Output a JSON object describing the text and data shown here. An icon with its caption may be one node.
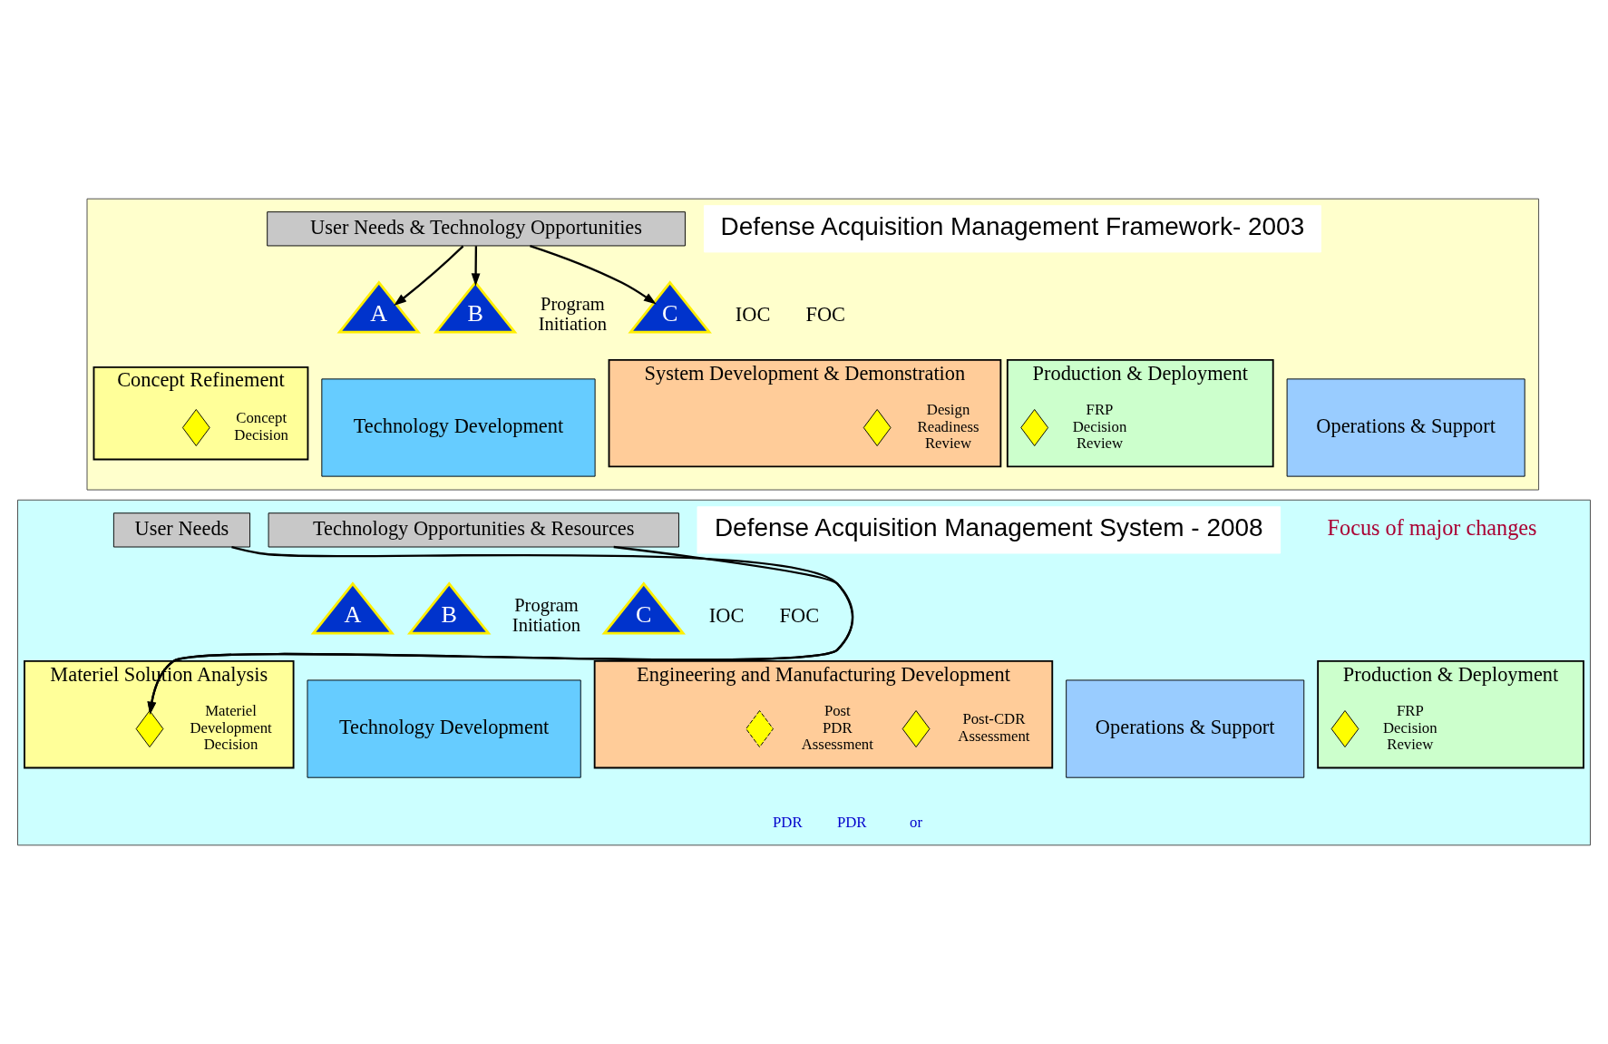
{
  "diagram": {
    "nodes": [
      {
        "text": [],
        "shape": "box"
      },
      {
        "text": [
          "User Needs & Technology Opportunities"
        ],
        "in": 0
      },
      {
        "text": [
          "Defense Acquisition Management Framework- 2003"
        ],
        "in": 0
      },
      {
        "text": [
          "A"
        ],
        "in": 0
      },
      {
        "text": [
          "B"
        ],
        "in": 0,
        "beside": [
          "Program Initiation"
        ]
      },
      {
        "text": [
          "C"
        ],
        "in": 0
      },
      {
        "text": [
          "Concept Refinement"
        ],
        "in": 0
      },
      {
        "text": [],
        "shape": "diamond",
        "in": 6,
        "beside": [
          "Concept Decision"
        ]
      },
      {
        "text": [
          "Technology Development"
        ],
        "in": 0
      },
      {
        "text": [
          "System Development & Demonstration"
        ],
        "in": 0
      },
      {
        "text": [],
        "shape": "diamond",
        "in": 9,
        "beside": [
          "Design Readiness Review"
        ]
      },
      {
        "text": [
          "Production & Deployment"
        ],
        "in": 0
      },
      {
        "text": [],
        "shape": "diamond",
        "in": 11,
        "beside": [
          "FRP Decision Review"
        ]
      },
      {
        "text": [
          "Operations & Support"
        ],
        "in": 0
      },
      {
        "text": [],
        "shape": "box"
      },
      {
        "text": [
          "User Needs"
        ],
        "in": 14
      },
      {
        "text": [
          "Technology Opportunities & Resources"
        ],
        "in": 14
      },
      {
        "text": [
          "Defense Acquisition Management System - 2008"
        ],
        "in": 14
      },
      {
        "text": [
          "A"
        ],
        "in": 14
      },
      {
        "text": [
          "B"
        ],
        "in": 14,
        "beside": [
          "Program Initiation"
        ]
      },
      {
        "text": [
          "C"
        ],
        "in": 14
      },
      {
        "text": [
          "Materiel Solution Analysis"
        ],
        "in": 14
      },
      {
        "text": [],
        "shape": "diamond",
        "in": 21,
        "beside": [
          "Materiel Development Decision"
        ]
      },
      {
        "text": [
          "Technology Development"
        ],
        "in": 14
      },
      {
        "text": [
          "Engineering and Manufacturing Development"
        ],
        "in": 14
      },
      {
        "text": [],
        "shape": "diamond",
        "in": 24,
        "beside": [
          "Post PDR Assessment"
        ]
      },
      {
        "text": [],
        "shape": "diamond",
        "in": 24,
        "beside": [
          "Post-CDR Assessment"
        ]
      },
      {
        "text": [
          "Production & Deployment"
        ],
        "in": 14
      },
      {
        "text": [],
        "shape": "diamond",
        "in": 27,
        "beside": [
          "FRP Decision Review"
        ]
      },
      {
        "text": [
          "Operations & Support"
        ],
        "in": 14
      }
    ],
    "edges": [
      {
        "from": 1,
        "to": 3,
        "arrow": "to"
      },
      {
        "from": 1,
        "to": 4,
        "arrow": "to"
      },
      {
        "from": 1,
        "to": 5,
        "arrow": "to"
      },
      {
        "from": 15,
        "to": 22,
        "arrow": "to"
      },
      {
        "from": 16,
        "to": 22,
        "arrow": "to"
      }
    ],
    "labels": [
      "IOC",
      "FOC",
      "Focus of major changes",
      "IOC",
      "FOC",
      "PDR",
      "PDR",
      "or"
    ]
  }
}
